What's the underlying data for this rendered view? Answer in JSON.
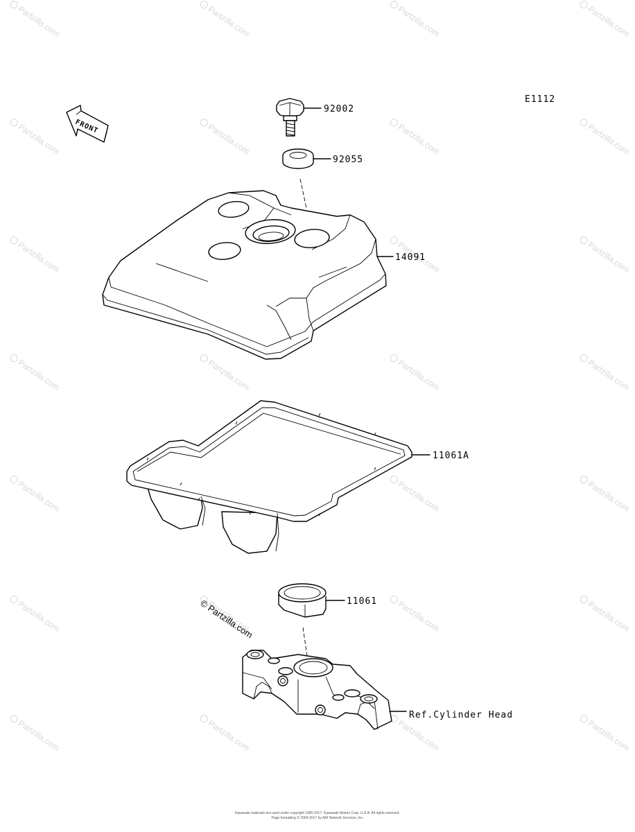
{
  "diagram": {
    "code": "E1112",
    "front_label": "FRONT",
    "parts": [
      {
        "number": "92002"
      },
      {
        "number": "92055"
      },
      {
        "number": "14091"
      },
      {
        "number": "11061A"
      },
      {
        "number": "11061"
      },
      {
        "number": "Ref.Cylinder Head"
      }
    ],
    "copyright_mark": "© Partzilla.com",
    "watermark_text": "Partzilla.com",
    "footer_line1": "Kawasaki materials are used under copyright 1965-2017. Kawasaki Motors Corp. U.S.A. All rights reserved.",
    "footer_line2": "Page formatting © 2004-2017 by ARI Network Services, Inc."
  }
}
